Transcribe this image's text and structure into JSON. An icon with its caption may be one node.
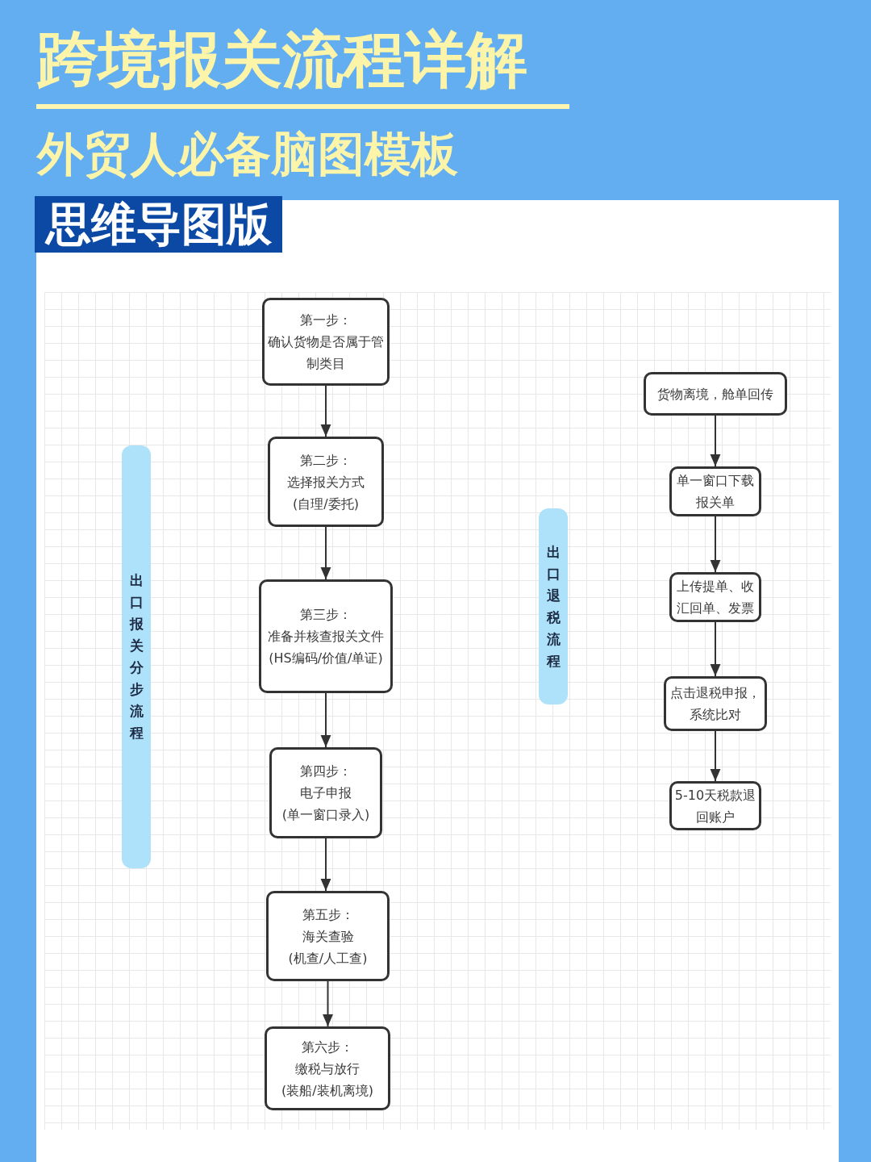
{
  "diagram": {
    "title": "跨境报关流程详解",
    "nodes": [
      {
        "text": [
          "出口报关分步流程"
        ]
      },
      {
        "text": [
          "第一步：",
          "确认货物是否属于管制类目"
        ]
      },
      {
        "text": [
          "第二步：",
          "选择报关方式",
          "(自理/委托)"
        ]
      },
      {
        "text": [
          "第三步：",
          "准备并核查报关文件",
          "(HS编码/价值/单证)"
        ]
      },
      {
        "text": [
          "第四步：",
          "电子申报",
          "(单一窗口录入)"
        ]
      },
      {
        "text": [
          "第五步：",
          "海关查验",
          "(机查/人工查)"
        ]
      },
      {
        "text": [
          "第六步：",
          "缴税与放行",
          "(装船/装机离境)"
        ]
      },
      {
        "text": [
          "出口退税流程"
        ]
      },
      {
        "text": [
          "货物离境，舱单回传"
        ]
      },
      {
        "text": [
          "单一窗口下载报关单"
        ]
      },
      {
        "text": [
          "上传提单、收汇回单、发票"
        ]
      },
      {
        "text": [
          "点击退税申报，系统比对"
        ]
      },
      {
        "text": [
          "5-10天税款退回账户"
        ]
      }
    ],
    "edges": [
      {
        "from": 1,
        "to": 2,
        "arrow": "to"
      },
      {
        "from": 2,
        "to": 3,
        "arrow": "to"
      },
      {
        "from": 3,
        "to": 4,
        "arrow": "to"
      },
      {
        "from": 4,
        "to": 5,
        "arrow": "to"
      },
      {
        "from": 5,
        "to": 6,
        "arrow": "to"
      },
      {
        "from": 8,
        "to": 9,
        "arrow": "to"
      },
      {
        "from": 9,
        "to": 10,
        "arrow": "to"
      },
      {
        "from": 10,
        "to": 11,
        "arrow": "to"
      },
      {
        "from": 11,
        "to": 12,
        "arrow": "to"
      }
    ],
    "labels": [
      "外贸人必备脑图模板",
      "思维导图版"
    ]
  }
}
